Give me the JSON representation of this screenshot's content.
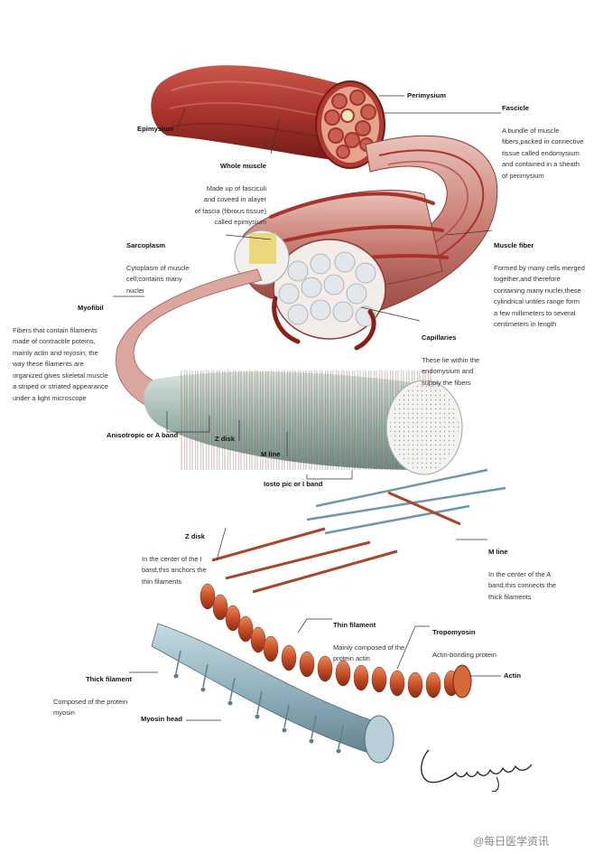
{
  "labels": {
    "epimysium": {
      "title": "Epimysium"
    },
    "perimysium": {
      "title": "Perimysium"
    },
    "fascicle": {
      "title": "Fascicle",
      "desc": "A bundle of muscle\nfibers,packed in connective\ntissue called endomysium\nand contained in a sheath\nof perimysium"
    },
    "whole_muscle": {
      "title": "Whole muscle",
      "desc": "Made up of fasciculi\nand coveed in alayer\nof fascia (fibrous tissue)\ncalled epimysium"
    },
    "sarcoplasm": {
      "title": "Sarcoplasm",
      "desc": "Cytoplasm of muscle\ncell;contains many\nnuclei"
    },
    "muscle_fiber": {
      "title": "Muscle fiber",
      "desc": "Formed by many cells merged\ntogether,and therefore\ncontaining many nuclei,these\ncylindrical untiles range form\na few millimeters to several\ncentimeters in length"
    },
    "myofibil": {
      "title": "Myofibil",
      "desc": "Fibers that contain filaments\nmade of contractile poteins,\nmainly actin and myosin; the\nway these filaments are\norganized gives skeletal muscle\na striped or striated appearance\nunder a light microscope"
    },
    "capillaries": {
      "title": "Capillaries",
      "desc": "These lie within the\nendomysium and\nsupply the fibers"
    },
    "a_band": {
      "title": "Anisotropic or A band"
    },
    "z_disk_top": {
      "title": "Z disk"
    },
    "m_line_top": {
      "title": "M line"
    },
    "i_band": {
      "title": "Iosto pic or I band"
    },
    "z_disk": {
      "title": "Z disk",
      "desc": "In the center of the I\nband,this anchors the\nthin filaments"
    },
    "m_line": {
      "title": "M line",
      "desc": "In the center of the A\nband,this connects the\nthick filaments"
    },
    "thin_filament": {
      "title": "Thin filament",
      "desc": "Mainly composed of the\nprotein actin"
    },
    "tropomyosin": {
      "title": "Tropomyosin",
      "desc": "Actin-bonding protein"
    },
    "thick_filament": {
      "title": "Thick filament",
      "desc": "Composed of the protein\nmyosin"
    },
    "actin": {
      "title": "Actin"
    },
    "myosin_head": {
      "title": "Myosin head"
    }
  },
  "signature": "Lunwenga",
  "watermark": "@每日医学资讯",
  "colors": {
    "muscle_red": "#a8332c",
    "muscle_dark": "#7a1e1a",
    "muscle_light": "#d87a6a",
    "fiber_pink": "#e6b8b0",
    "myofibril_teal": "#7fa6a0",
    "actin_orange": "#c8502a",
    "myosin_blue": "#8fb0bc",
    "line": "#333333"
  }
}
